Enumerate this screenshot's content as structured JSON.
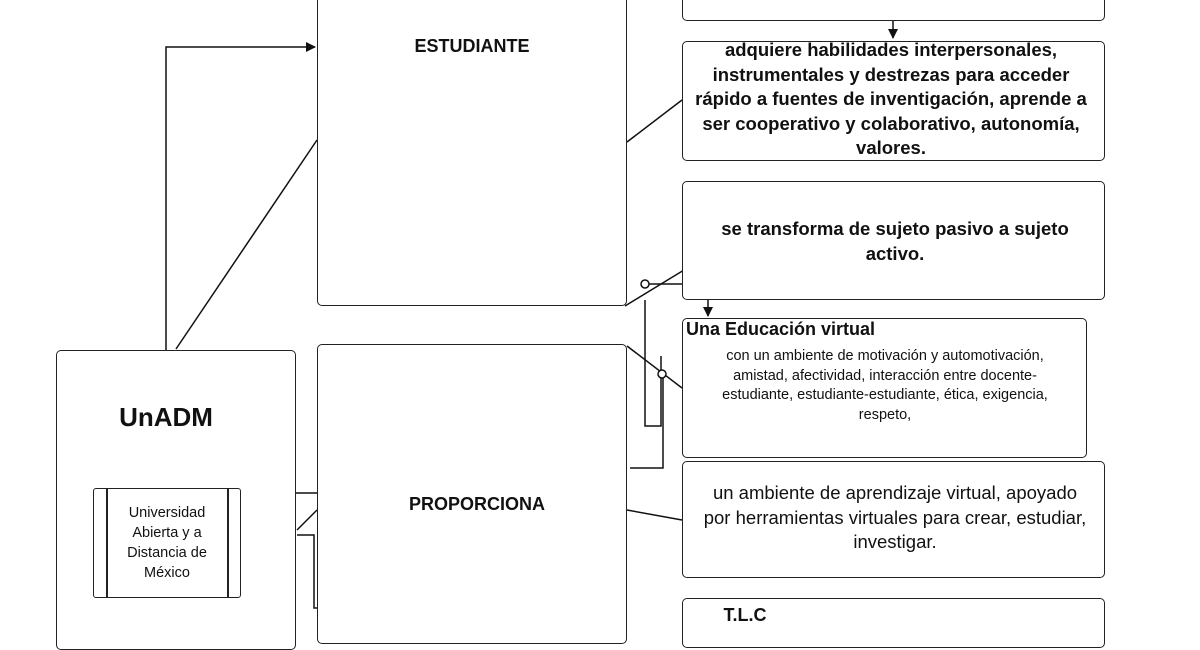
{
  "diagram": {
    "nodes": {
      "unadm_title": "UnADM",
      "unadm_full": "Universidad Abierta y a Distancia de México",
      "estudiante": "ESTUDIANTE",
      "proporciona": "PROPORCIONA",
      "habilidades": "adquiere habilidades interpersonales, instrumentales y destrezas para acceder rápido a fuentes de inventigación, aprende a ser cooperativo y colaborativo, autonomía, valores.",
      "transforma": "se transforma de sujeto pasivo a sujeto activo.",
      "educacion_title": "Una Educación virtual",
      "educacion_body": "con un ambiente de motivación y automotivación, amistad, afectividad, interacción entre docente-estudiante, estudiante-estudiante, ética, exigencia, respeto,",
      "ambiente": "un ambiente de aprendizaje  virtual, apoyado por herramientas  virtuales para crear, estudiar, investigar.",
      "tlc": "T.L.C"
    }
  }
}
